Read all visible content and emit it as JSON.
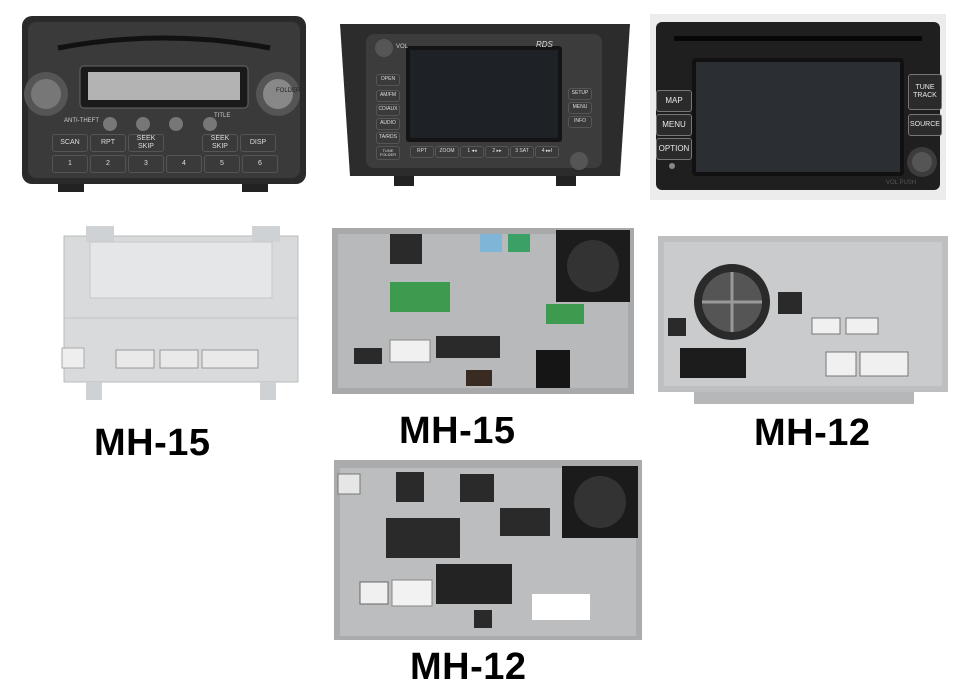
{
  "labels": {
    "unit1": "MH-15",
    "unit2": "MH-15",
    "unit3": "MH-12",
    "unit4": "MH-12"
  },
  "radio1": {
    "buttons_row1": [
      "SCAN",
      "RPT",
      "SEEK SKIP",
      "SEEK SKIP",
      "DISP"
    ],
    "buttons_row2": [
      "1",
      "2",
      "3",
      "4",
      "5",
      "6"
    ],
    "small_text": [
      "ANTI-THEFT",
      "TITLE",
      "FOLDER"
    ]
  },
  "radio2": {
    "brand": "RDS",
    "left_buttons": [
      "OPEN",
      "AM/FM",
      "CD/AUX",
      "AUDIO",
      "TA/RDS",
      "TUNE FOLDER"
    ],
    "right_buttons": [
      "SETUP",
      "MENU",
      "INFO"
    ],
    "bottom_buttons": [
      "RPT",
      "ZOOM",
      "1 ◂◂",
      "2 ▸▸",
      "3 SAT",
      "4 ▸▸I"
    ],
    "vol_label": "VOL"
  },
  "radio3": {
    "left_buttons": [
      "MAP",
      "MENU",
      "OPTION"
    ],
    "right_buttons": [
      "TUNE TRACK",
      "SOURCE"
    ],
    "vol_label": "VOL PUSH"
  }
}
